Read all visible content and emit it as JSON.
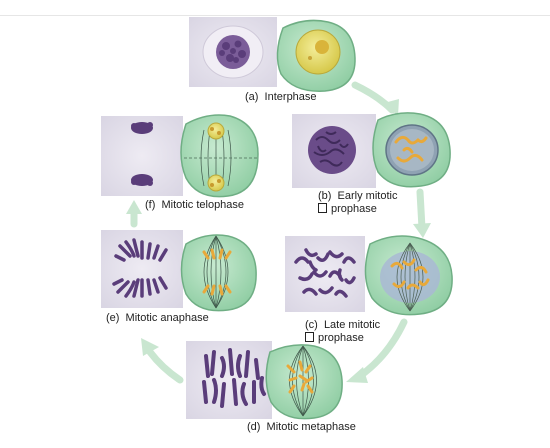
{
  "diagram": {
    "stages": [
      {
        "id": "interphase",
        "label": "(a)  Interphase"
      },
      {
        "id": "early-prophase",
        "label_line1": "(b)  Early mitotic",
        "label_line2": "prophase"
      },
      {
        "id": "late-prophase",
        "label_line1": "(c)  Late mitotic",
        "label_line2": "prophase"
      },
      {
        "id": "metaphase",
        "label": "(d)  Mitotic metaphase"
      },
      {
        "id": "anaphase",
        "label": "(e)  Mitotic anaphase"
      },
      {
        "id": "telophase",
        "label": "(f)  Mitotic telophase"
      }
    ],
    "colors": {
      "micrograph_bg": "#e4e1ec",
      "chromatin": "#5a3d7a",
      "cell_fill": "#a9dcb8",
      "cell_stroke": "#6fae84",
      "nucleus_fill": "#e8e07a",
      "chromosome": "#e8a93a",
      "arrow": "#c9e6d0"
    }
  }
}
